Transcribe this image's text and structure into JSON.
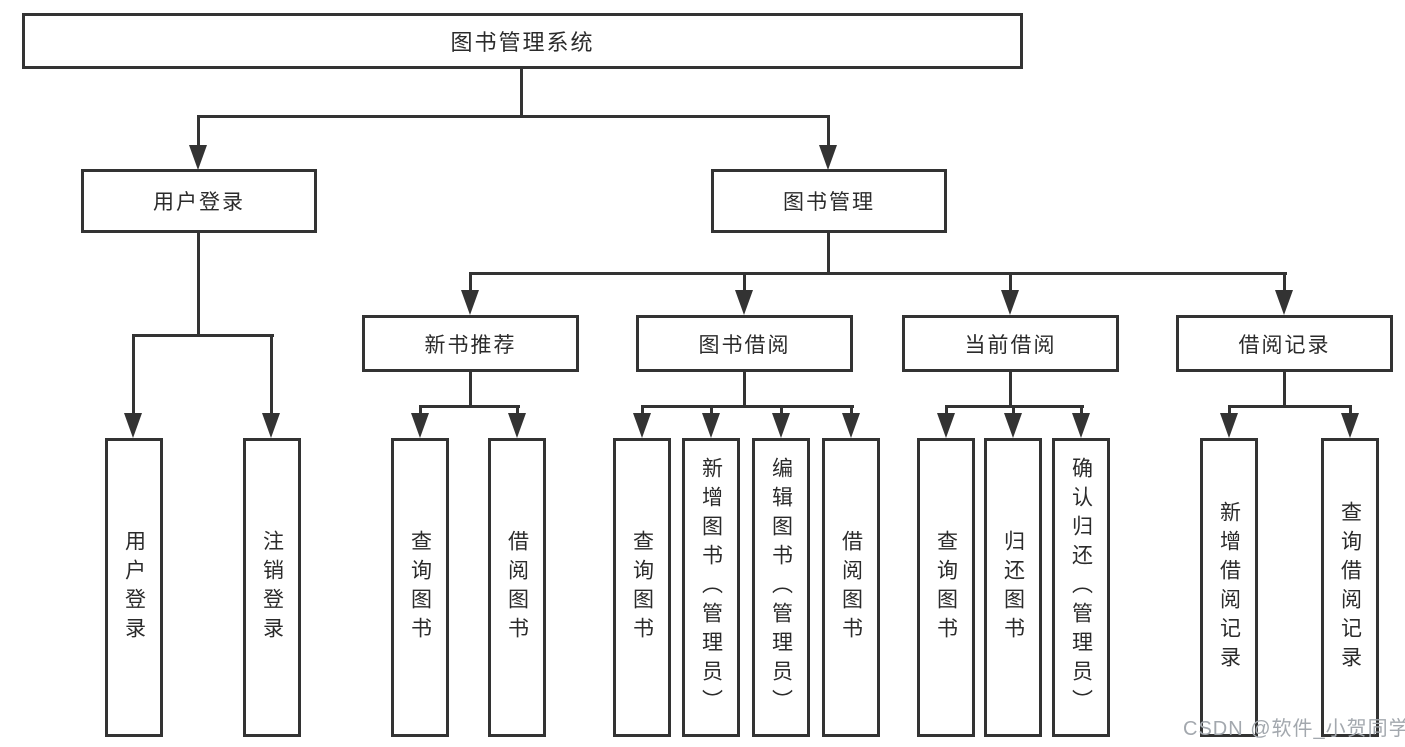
{
  "diagram": {
    "root": {
      "label": "图书管理系统"
    },
    "level2": [
      {
        "label": "用户登录"
      },
      {
        "label": "图书管理"
      }
    ],
    "level3": [
      {
        "label": "新书推荐"
      },
      {
        "label": "图书借阅"
      },
      {
        "label": "当前借阅"
      },
      {
        "label": "借阅记录"
      }
    ],
    "leaves": {
      "user_login": [
        {
          "label": "用户登录"
        },
        {
          "label": "注销登录"
        }
      ],
      "new_book": [
        {
          "label": "查询图书"
        },
        {
          "label": "借阅图书"
        }
      ],
      "book_borrow": [
        {
          "label": "查询图书"
        },
        {
          "label": "新增图书（管理员）"
        },
        {
          "label": "编辑图书（管理员）"
        },
        {
          "label": "借阅图书"
        }
      ],
      "current_borrow": [
        {
          "label": "查询图书"
        },
        {
          "label": "归还图书"
        },
        {
          "label": "确认归还（管理员）"
        }
      ],
      "borrow_record": [
        {
          "label": "新增借阅记录"
        },
        {
          "label": "查询借阅记录"
        }
      ]
    },
    "line_color": "#333333",
    "box_background": "#ffffff"
  },
  "watermark": {
    "text": "CSDN @软件_小贺同学",
    "color": "#a3a8ae"
  }
}
